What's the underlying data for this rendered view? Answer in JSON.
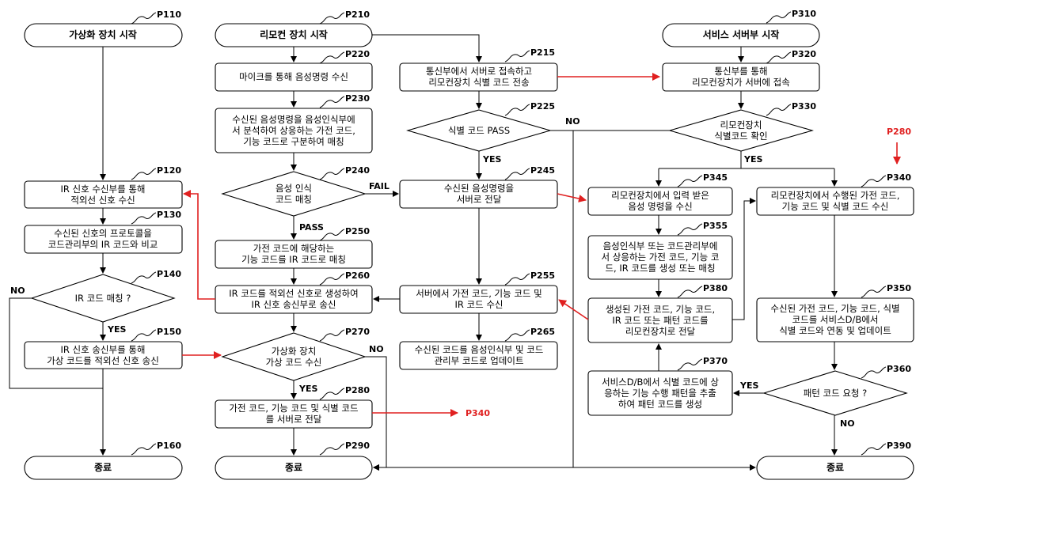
{
  "nodes": {
    "P110": {
      "text": [
        "가상화 장치 시작"
      ]
    },
    "P120": {
      "text": [
        "IR 신호 수신부를 통해",
        "적외선 신호 수신"
      ]
    },
    "P130": {
      "text": [
        "수신된 신호의 프로토콜을",
        "코드관리부의 IR 코드와 비교"
      ]
    },
    "P140": {
      "text": [
        "IR 코드 매칭 ?"
      ]
    },
    "P150": {
      "text": [
        "IR 신호 송신부를 통해",
        "가상 코드를 적외선 신호 송신"
      ]
    },
    "P160": {
      "text": [
        "종료"
      ]
    },
    "P210": {
      "text": [
        "리모컨 장치 시작"
      ]
    },
    "P220": {
      "text": [
        "마이크를 통해 음성명령 수신"
      ]
    },
    "P230": {
      "text": [
        "수신된 음성명령을 음성인식부에",
        "서 분석하여 상응하는 가전 코드,",
        "기능 코드로 구분하여 매칭"
      ]
    },
    "P240": {
      "text": [
        "음성 인식",
        "코드 매칭"
      ]
    },
    "P250": {
      "text": [
        "가전 코드에 해당하는",
        "기능 코드를 IR 코드로 매칭"
      ]
    },
    "P260": {
      "text": [
        "IR 코드를 적외선 신호로 생성하여",
        "IR 신호 송신부로 송신"
      ]
    },
    "P270": {
      "text": [
        "가상화 장치",
        "가상 코드 수신"
      ]
    },
    "P280": {
      "text": [
        "가전 코드, 기능 코드 및 식별 코드",
        "를 서버로 전달"
      ]
    },
    "P290": {
      "text": [
        "종료"
      ]
    },
    "P215": {
      "text": [
        "통신부에서 서버로 접속하고",
        "리모컨장치 식별 코드 전송"
      ]
    },
    "P225": {
      "text": [
        "식별 코드 PASS"
      ]
    },
    "P245": {
      "text": [
        "수신된 음성명령을",
        "서버로 전달"
      ]
    },
    "P255": {
      "text": [
        "서버에서 가전 코드, 기능 코드 및",
        "IR 코드 수신"
      ]
    },
    "P265": {
      "text": [
        "수신된 코드를 음성인식부 및 코드",
        "관리부 코드로 업데이트"
      ]
    },
    "P310": {
      "text": [
        "서비스 서버부 시작"
      ]
    },
    "P320": {
      "text": [
        "통신부를 통해",
        "리모컨장치가 서버에 접속"
      ]
    },
    "P330": {
      "text": [
        "리모컨장치",
        "식별코드 확인"
      ]
    },
    "P345": {
      "text": [
        "리모컨장치에서 입력 받은",
        "음성 명령을 수신"
      ]
    },
    "P355": {
      "text": [
        "음성인식부 또는 코드관리부에",
        "서 상응하는 가전 코드, 기능 코",
        "드, IR 코드를 생성 또는 매칭"
      ]
    },
    "P380": {
      "text": [
        "생성된 가전 코드, 기능 코드,",
        "IR 코드 또는 패턴 코드를",
        "리모컨장치로 전달"
      ]
    },
    "P370": {
      "text": [
        "서비스D/B에서 식별 코드에 상",
        "응하는 기능 수행 패턴을 추출",
        "하여 패턴 코드를 생성"
      ]
    },
    "P340": {
      "text": [
        "리모컨장치에서 수행된 가전 코드,",
        "기능 코드 및 식별 코드 수신"
      ]
    },
    "P350": {
      "text": [
        "수신된 가전 코드, 기능 코드, 식별",
        "코드를 서비스D/B에서",
        "식별 코드와 연동 및 업데이트"
      ]
    },
    "P360": {
      "text": [
        "패턴 코드 요청 ?"
      ]
    },
    "P390": {
      "text": [
        "종료"
      ]
    }
  },
  "edge_labels": {
    "no_p140": "NO",
    "yes_p140": "YES",
    "fail_p240": "FAIL",
    "pass_p240": "PASS",
    "no_p270": "NO",
    "yes_p270": "YES",
    "no_p225": "NO",
    "yes_p225": "YES",
    "yes_p330": "YES",
    "yes_p360": "YES",
    "no_p360": "NO"
  },
  "cross_refs": {
    "to_p340": "P340",
    "from_p280": "P280"
  },
  "colors": {
    "stroke": "#000000",
    "accent_red": "#e02020",
    "background": "#ffffff"
  }
}
